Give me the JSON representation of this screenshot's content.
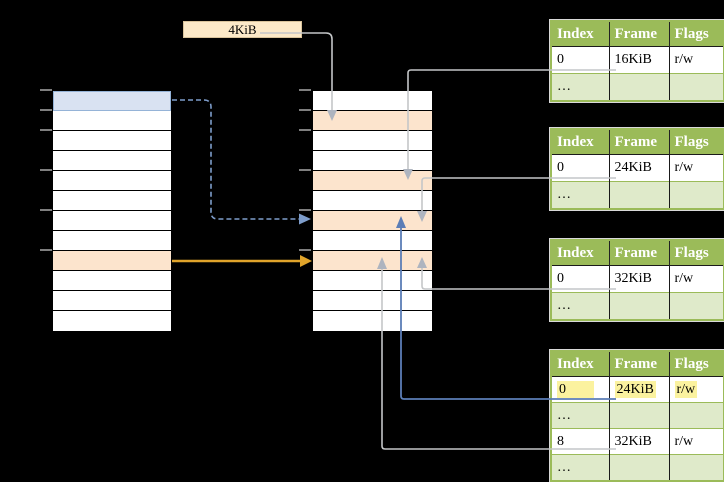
{
  "size_label": "4KiB",
  "virtual_memory": {
    "rows": 12,
    "blue_row_index": 0,
    "orange_row_index": 8,
    "tick_rows": [
      0,
      1,
      2,
      4,
      6,
      8
    ]
  },
  "physical_memory": {
    "rows": 12,
    "orange_row_indices": [
      1,
      4,
      6,
      8
    ],
    "tick_rows": [
      0,
      1,
      2,
      4,
      6,
      8
    ]
  },
  "page_tables": [
    {
      "name": "page-table-1",
      "headers": [
        "Index",
        "Frame",
        "Flags"
      ],
      "rows": [
        [
          "0",
          "16KiB",
          "r/w"
        ],
        [
          "…",
          "",
          ""
        ]
      ],
      "highlight_row_index": null
    },
    {
      "name": "page-table-2",
      "headers": [
        "Index",
        "Frame",
        "Flags"
      ],
      "rows": [
        [
          "0",
          "24KiB",
          "r/w"
        ],
        [
          "…",
          "",
          ""
        ]
      ],
      "highlight_row_index": null
    },
    {
      "name": "page-table-3",
      "headers": [
        "Index",
        "Frame",
        "Flags"
      ],
      "rows": [
        [
          "0",
          "32KiB",
          "r/w"
        ],
        [
          "…",
          "",
          ""
        ]
      ],
      "highlight_row_index": null
    },
    {
      "name": "page-table-4",
      "headers": [
        "Index",
        "Frame",
        "Flags"
      ],
      "rows": [
        [
          "0",
          "24KiB",
          "r/w"
        ],
        [
          "…",
          "",
          ""
        ],
        [
          "8",
          "32KiB",
          "r/w"
        ],
        [
          "…",
          "",
          ""
        ]
      ],
      "highlight_row_index": 0
    }
  ],
  "colors": {
    "header_green": "#9BBB59",
    "light_green": "#DFEACA",
    "row_orange": "#FCE4CD",
    "row_blue": "#D9E2F2",
    "highlight_yellow": "#FBF29F",
    "label_tan": "#FCE9C8",
    "arrow_gray": "#C4C6C8",
    "arrowhead_gray": "#AEB4BF",
    "arrow_blue": "#5B7DB6",
    "arrow_dashed_blue": "#7E9DCB",
    "arrow_orange": "#E0A42B"
  }
}
